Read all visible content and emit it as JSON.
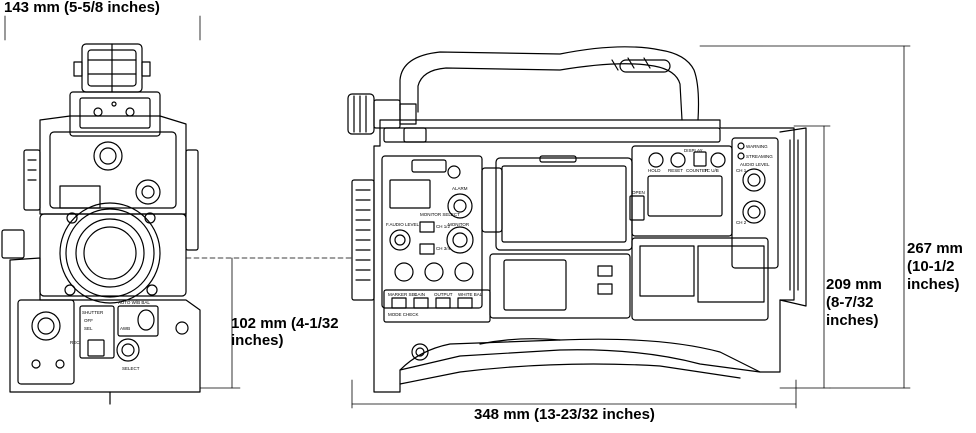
{
  "dimensions": {
    "width": "143 mm (5-5/8 inches)",
    "lens_height_line1": "102 mm (4-1/32",
    "lens_height_line2": "inches)",
    "length": "348 mm (13-23/32 inches)",
    "body_height_line1": "209 mm",
    "body_height_line2": "(8-7/32",
    "body_height_line3": "inches)",
    "total_height_line1": "267 mm",
    "total_height_line2": "(10-1/2",
    "total_height_line3": "inches)"
  },
  "panel_labels": {
    "front_auto_wb": "AUTO W/B BAL",
    "front_shutter": "SHUTTER",
    "front_off": "OFF",
    "front_sel": "SEL",
    "front_awb": "AWB",
    "front_rec": "REC",
    "front_select": "SELECT",
    "side_display": "DISPLAY",
    "side_hold": "HOLD",
    "side_reset": "RESET",
    "side_counter": "COUNTER",
    "side_tc_ub": "TC U/B",
    "side_warning": "WARNING",
    "side_streaming": "STREAMING",
    "side_audio_level": "AUDIO LEVEL",
    "side_alarm": "ALARM",
    "side_monitor_select": "MONITOR SELECT",
    "side_f_audio_level": "F.AUDIO LEVEL",
    "side_monitor": "MONITOR",
    "side_open": "OPEN",
    "side_marker_sel": "MARKER SEL",
    "side_gain": "GAIN",
    "side_output": "OUTPUT",
    "side_white_bal": "WHITE BAL",
    "side_mode_check": "MODE CHECK",
    "side_ch1": "CH 1",
    "side_ch2": "CH 2",
    "side_ch12": "CH 1/2",
    "side_ch34": "CH 3/4"
  },
  "colors": {
    "line": "#000000",
    "background": "#ffffff"
  }
}
